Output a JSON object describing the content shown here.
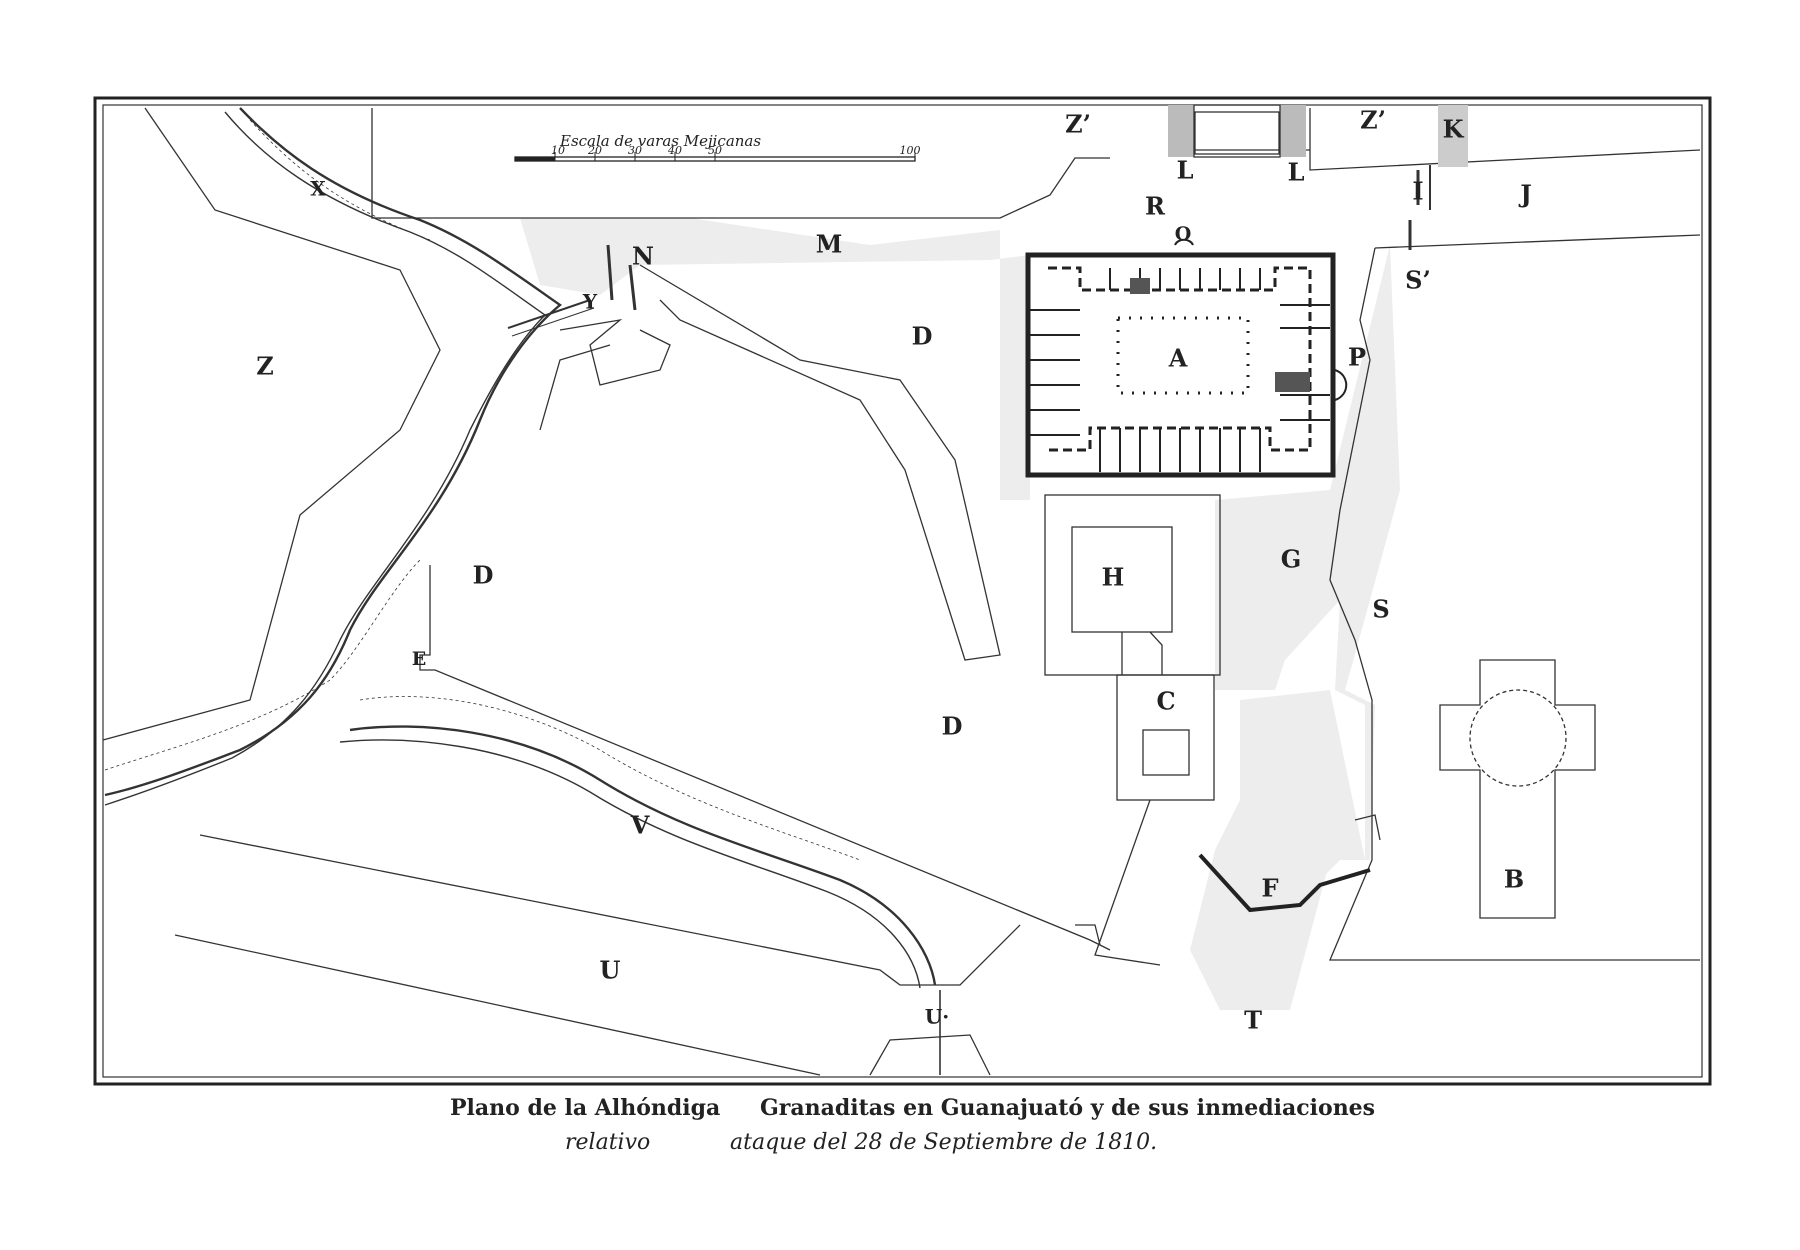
{
  "scale": {
    "title": "Escala de varas Mejicanas",
    "ticks": [
      "10",
      "20",
      "30",
      "40",
      "50",
      "100"
    ]
  },
  "labels": {
    "A": "A",
    "B": "B",
    "C": "C",
    "D1": "D",
    "D2": "D",
    "D3": "D",
    "E": "E",
    "F": "F",
    "G": "G",
    "H": "H",
    "I": "I",
    "J": "J",
    "K": "K",
    "L1": "L",
    "L2": "L",
    "M": "M",
    "N": "N",
    "O": "O",
    "P": "P",
    "R": "R",
    "S": "S",
    "S2": "S’",
    "T": "T",
    "U1": "U",
    "U2": "U·",
    "V": "V",
    "X": "X",
    "Y": "Y",
    "Z": "Z",
    "Z2a": "Z’",
    "Z2b": "Z’"
  },
  "caption": {
    "line1_a": "Plano de la Alhóndiga",
    "line1_b": "Granaditas en Guanajuató y de sus inmediaciones",
    "line2_a": "relativo",
    "line2_b": "ataque del 28 de Septiembre de 1810."
  }
}
